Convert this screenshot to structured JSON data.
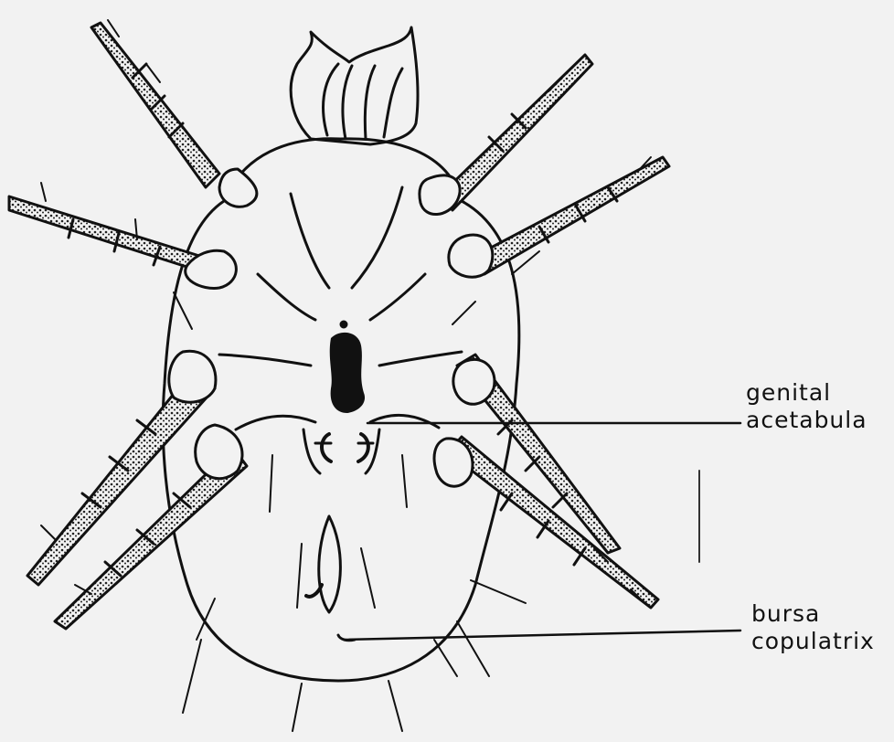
{
  "labels": {
    "genital": {
      "line1": "genital",
      "line2": "acetabula"
    },
    "bursa": {
      "line1": "bursa",
      "line2": "copulatrix"
    }
  },
  "colors": {
    "ink": "#111111",
    "paper": "#f2f2f2",
    "shade": "#1a1a1a"
  }
}
